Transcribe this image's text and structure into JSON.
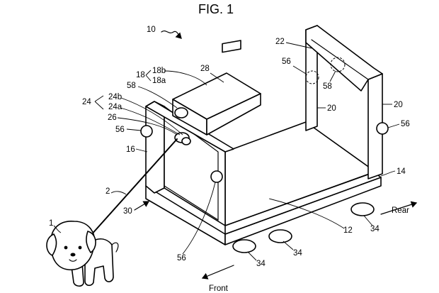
{
  "figure": {
    "title": "FIG. 1",
    "labels": {
      "system": "10",
      "dog": "1",
      "leash": "2",
      "cart_body": "30",
      "base": "12",
      "frame": "14",
      "front_post": "16",
      "module_group": "18",
      "module_b": "18b",
      "module_a": "18a",
      "rear_posts_left": "20",
      "rear_posts_right": "20",
      "top_bar": "22",
      "leash_group": "24",
      "leash_b": "24b",
      "leash_a": "24a",
      "connector": "26",
      "display": "28",
      "wheels_a": "34",
      "wheels_b": "34",
      "wheels_c": "34",
      "sensor_left": "56",
      "sensor_front": "56",
      "sensor_right": "56",
      "sensor_rear": "56",
      "camera_top": "58",
      "camera_rear": "58"
    },
    "directions": {
      "front": "Front",
      "rear": "Rear"
    }
  }
}
